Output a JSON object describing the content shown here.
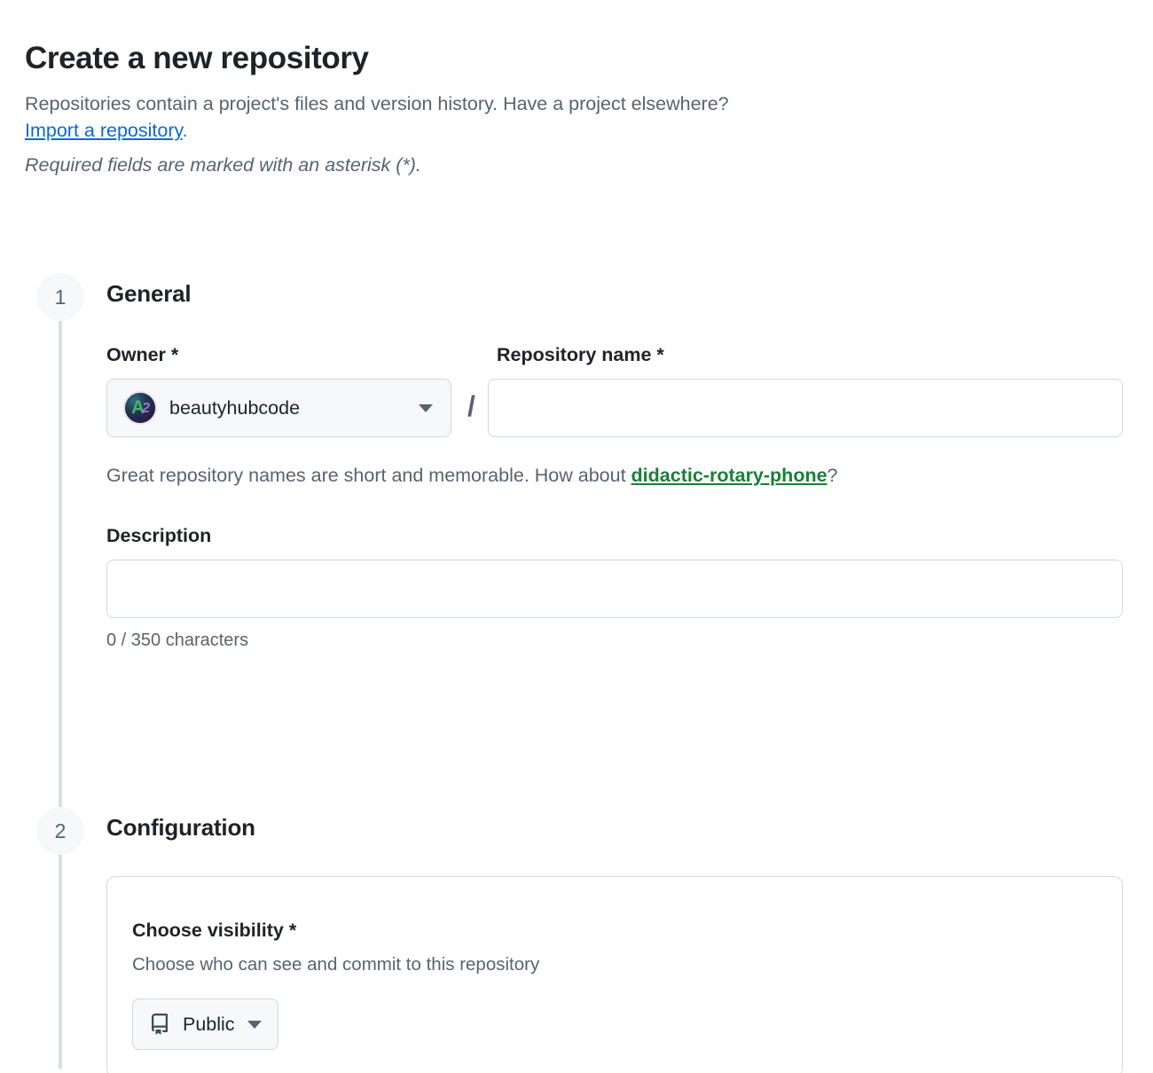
{
  "header": {
    "title": "Create a new repository",
    "subtitle_text": "Repositories contain a project's files and version history. Have a project elsewhere?",
    "import_link": "Import a repository",
    "subtitle_period": ".",
    "required_note": "Required fields are marked with an asterisk (*)."
  },
  "steps": [
    {
      "number": "1",
      "title": "General"
    },
    {
      "number": "2",
      "title": "Configuration"
    }
  ],
  "general": {
    "owner_label": "Owner *",
    "owner_name": "beautyhubcode",
    "avatar_letter": "A",
    "avatar_digit": "2",
    "separator": "/",
    "repo_name_label": "Repository name *",
    "repo_name_value": "",
    "repo_name_placeholder": "",
    "hint_prefix": "Great repository names are short and memorable. How about ",
    "hint_suggestion": "didactic-rotary-phone",
    "hint_suffix": "?",
    "description_label": "Description",
    "description_value": "",
    "description_placeholder": "",
    "char_count": "0 / 350 characters"
  },
  "configuration": {
    "visibility_label": "Choose visibility *",
    "visibility_sub": "Choose who can see and commit to this repository",
    "visibility_value": "Public"
  },
  "colors": {
    "link_blue": "#0969da",
    "suggestion_green": "#1a7f37",
    "muted_text": "#59636e",
    "border": "#d1d9e0",
    "surface": "#f6f8fa",
    "rail": "#d8dee4"
  }
}
